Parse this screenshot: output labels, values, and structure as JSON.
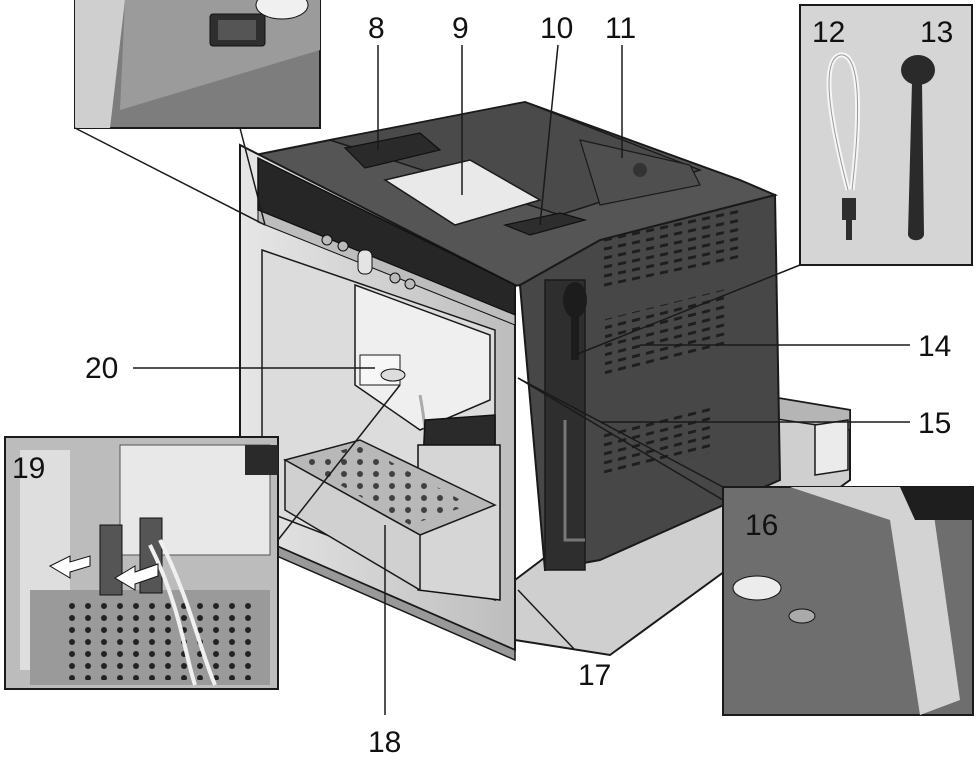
{
  "labels": {
    "n8": "8",
    "n9": "9",
    "n10": "10",
    "n11": "11",
    "n12": "12",
    "n13": "13",
    "n14": "14",
    "n15": "15",
    "n16": "16",
    "n17": "17",
    "n18": "18",
    "n19": "19",
    "n20": "20"
  },
  "colors": {
    "steel": "#d2d2d2",
    "steel_dark": "#a8a8a8",
    "body_dark": "#474747",
    "panel_dark": "#2e2e2e",
    "line": "#1a1a1a"
  }
}
